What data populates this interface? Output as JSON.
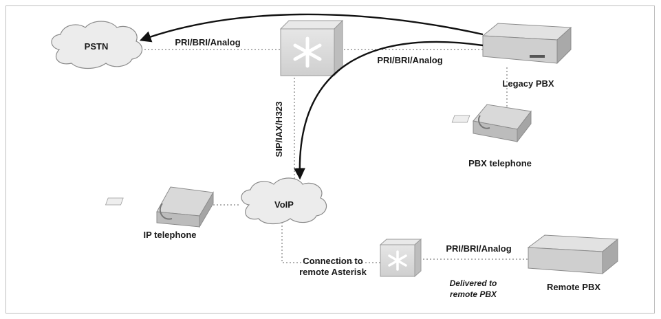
{
  "nodes": {
    "pstn": "PSTN",
    "voip": "VoIP",
    "legacy_pbx": "Legacy PBX",
    "pbx_telephone": "PBX telephone",
    "ip_telephone": "IP telephone",
    "remote_pbx": "Remote PBX"
  },
  "links": {
    "pstn_asterisk": "PRI/BRI/Analog",
    "asterisk_legacy": "PRI/BRI/Analog",
    "asterisk_voip": "SIP/IAX/H323",
    "remote_asterisk_remote_pbx": "PRI/BRI/Analog",
    "connection_line1": "Connection to",
    "connection_line2": "remote Asterisk",
    "delivered_line1": "Delivered to",
    "delivered_line2": "remote PBX"
  },
  "colors": {
    "cloud_fill": "#ececec",
    "device_fill": "#d7d7d7",
    "link_dotted": "#b0b0b0",
    "arrow": "#111111"
  }
}
